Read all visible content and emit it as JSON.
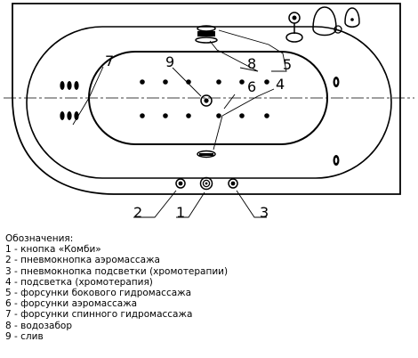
{
  "diagram": {
    "callouts": [
      "1",
      "2",
      "3",
      "4",
      "5",
      "6",
      "7",
      "8",
      "9"
    ]
  },
  "legend": {
    "title": "Обозначения:",
    "items": [
      "1 - кнопка «Комби»",
      "2 - пневмокнопка аэромассажа",
      "3 - пневмокнопка подсветки (хромотерапии)",
      "4 - подсветка (хромотерапия)",
      "5 - форсунки бокового гидромассажа",
      "6 - форсунки аэромассажа",
      "7 - форсунки спинного гидромассажа",
      "8 - водозабор",
      "9 - слив"
    ]
  }
}
